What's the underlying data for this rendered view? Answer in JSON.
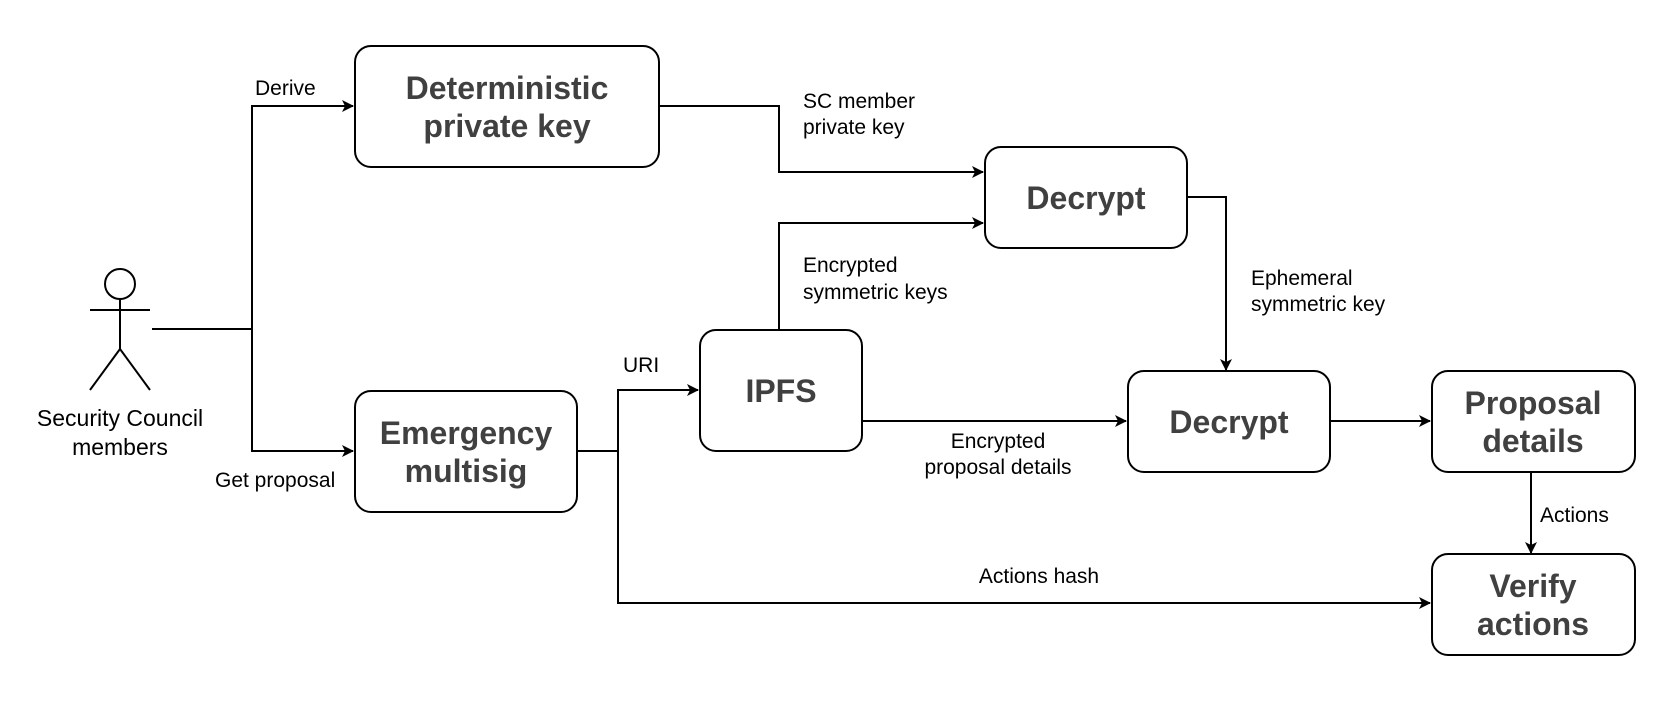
{
  "actor": {
    "line1": "Security Council",
    "line2": "members"
  },
  "nodes": {
    "deterministic_key": {
      "line1": "Deterministic",
      "line2": "private key"
    },
    "emergency_multisig": {
      "line1": "Emergency",
      "line2": "multisig"
    },
    "ipfs": {
      "line1": "IPFS"
    },
    "decrypt_keys": {
      "line1": "Decrypt"
    },
    "decrypt_details": {
      "line1": "Decrypt"
    },
    "proposal_details": {
      "line1": "Proposal",
      "line2": "details"
    },
    "verify_actions": {
      "line1": "Verify",
      "line2": "actions"
    }
  },
  "edges": {
    "derive": "Derive",
    "get_proposal": "Get proposal",
    "sc_private_key_1": "SC member",
    "sc_private_key_2": "private key",
    "uri": "URI",
    "encrypted_keys_1": "Encrypted",
    "encrypted_keys_2": "symmetric keys",
    "ephemeral_key_1": "Ephemeral",
    "ephemeral_key_2": "symmetric key",
    "encrypted_details_1": "Encrypted",
    "encrypted_details_2": "proposal details",
    "actions": "Actions",
    "actions_hash": "Actions hash"
  }
}
